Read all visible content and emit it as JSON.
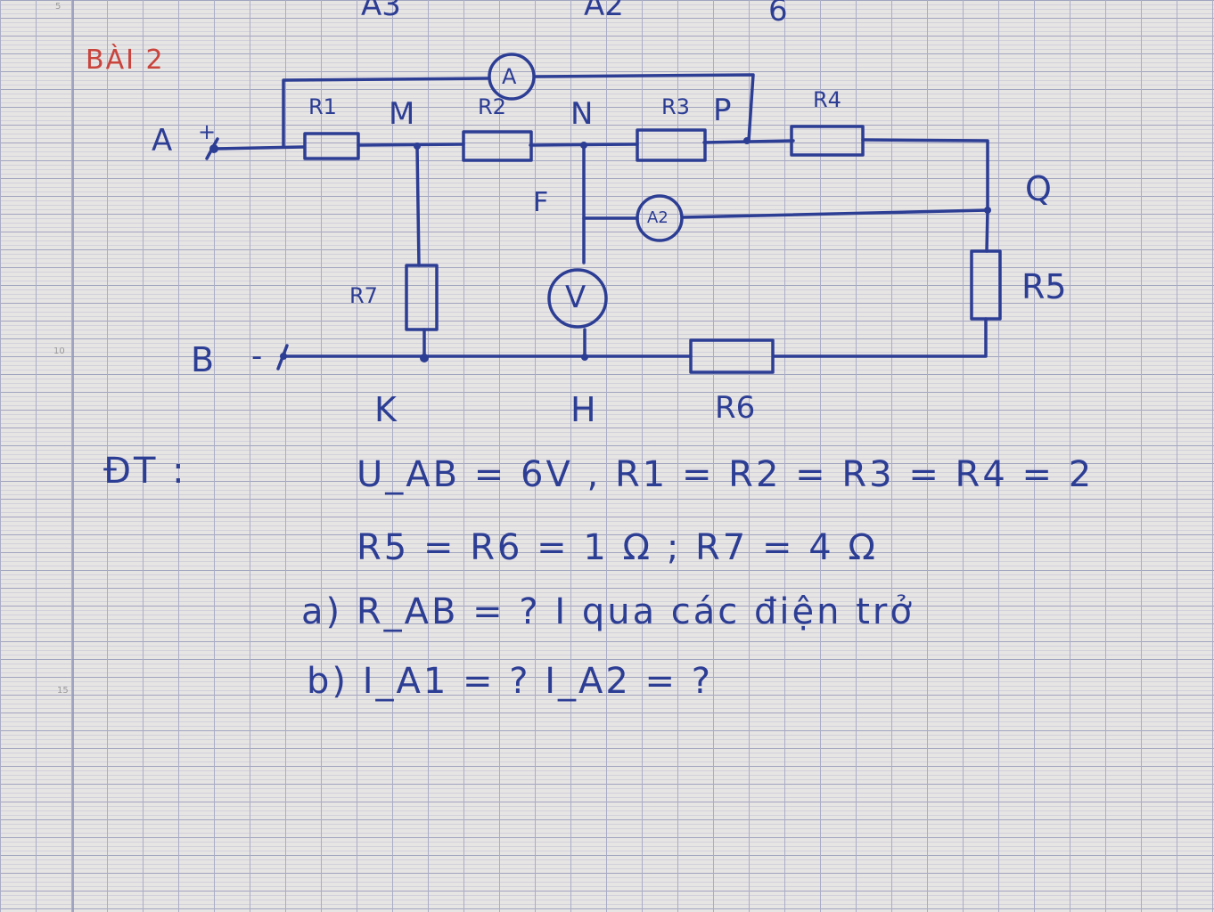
{
  "header": {
    "fragments": [
      "A3",
      "A2",
      "6"
    ]
  },
  "title": "BÀI 2",
  "margin_numbers": [
    "5",
    "10",
    "15"
  ],
  "circuit": {
    "nodes": {
      "A": "A",
      "B": "B",
      "M": "M",
      "N": "N",
      "P": "P",
      "Q": "Q",
      "F": "F",
      "K": "K",
      "H": "H"
    },
    "terminal_signs": {
      "plus": "+",
      "minus": "-"
    },
    "resistors": {
      "R1": "R1",
      "R2": "R2",
      "R3": "R3",
      "R4": "R4",
      "R5": "R5",
      "R6": "R6",
      "R7": "R7"
    },
    "meters": {
      "ammeter_top": "A",
      "ammeter_mid": "A2",
      "voltmeter": "V"
    }
  },
  "problem": {
    "given_label": "ĐT :",
    "line1": "U_AB = 6V , R1 = R2 = R3 = R4 = 2",
    "line2": "R5 = R6 = 1 Ω ; R7 = 4 Ω",
    "part_a": "a)  R_AB = ?  I qua các điện trở",
    "part_b": "b)  I_A1 = ?  I_A2 = ?"
  }
}
